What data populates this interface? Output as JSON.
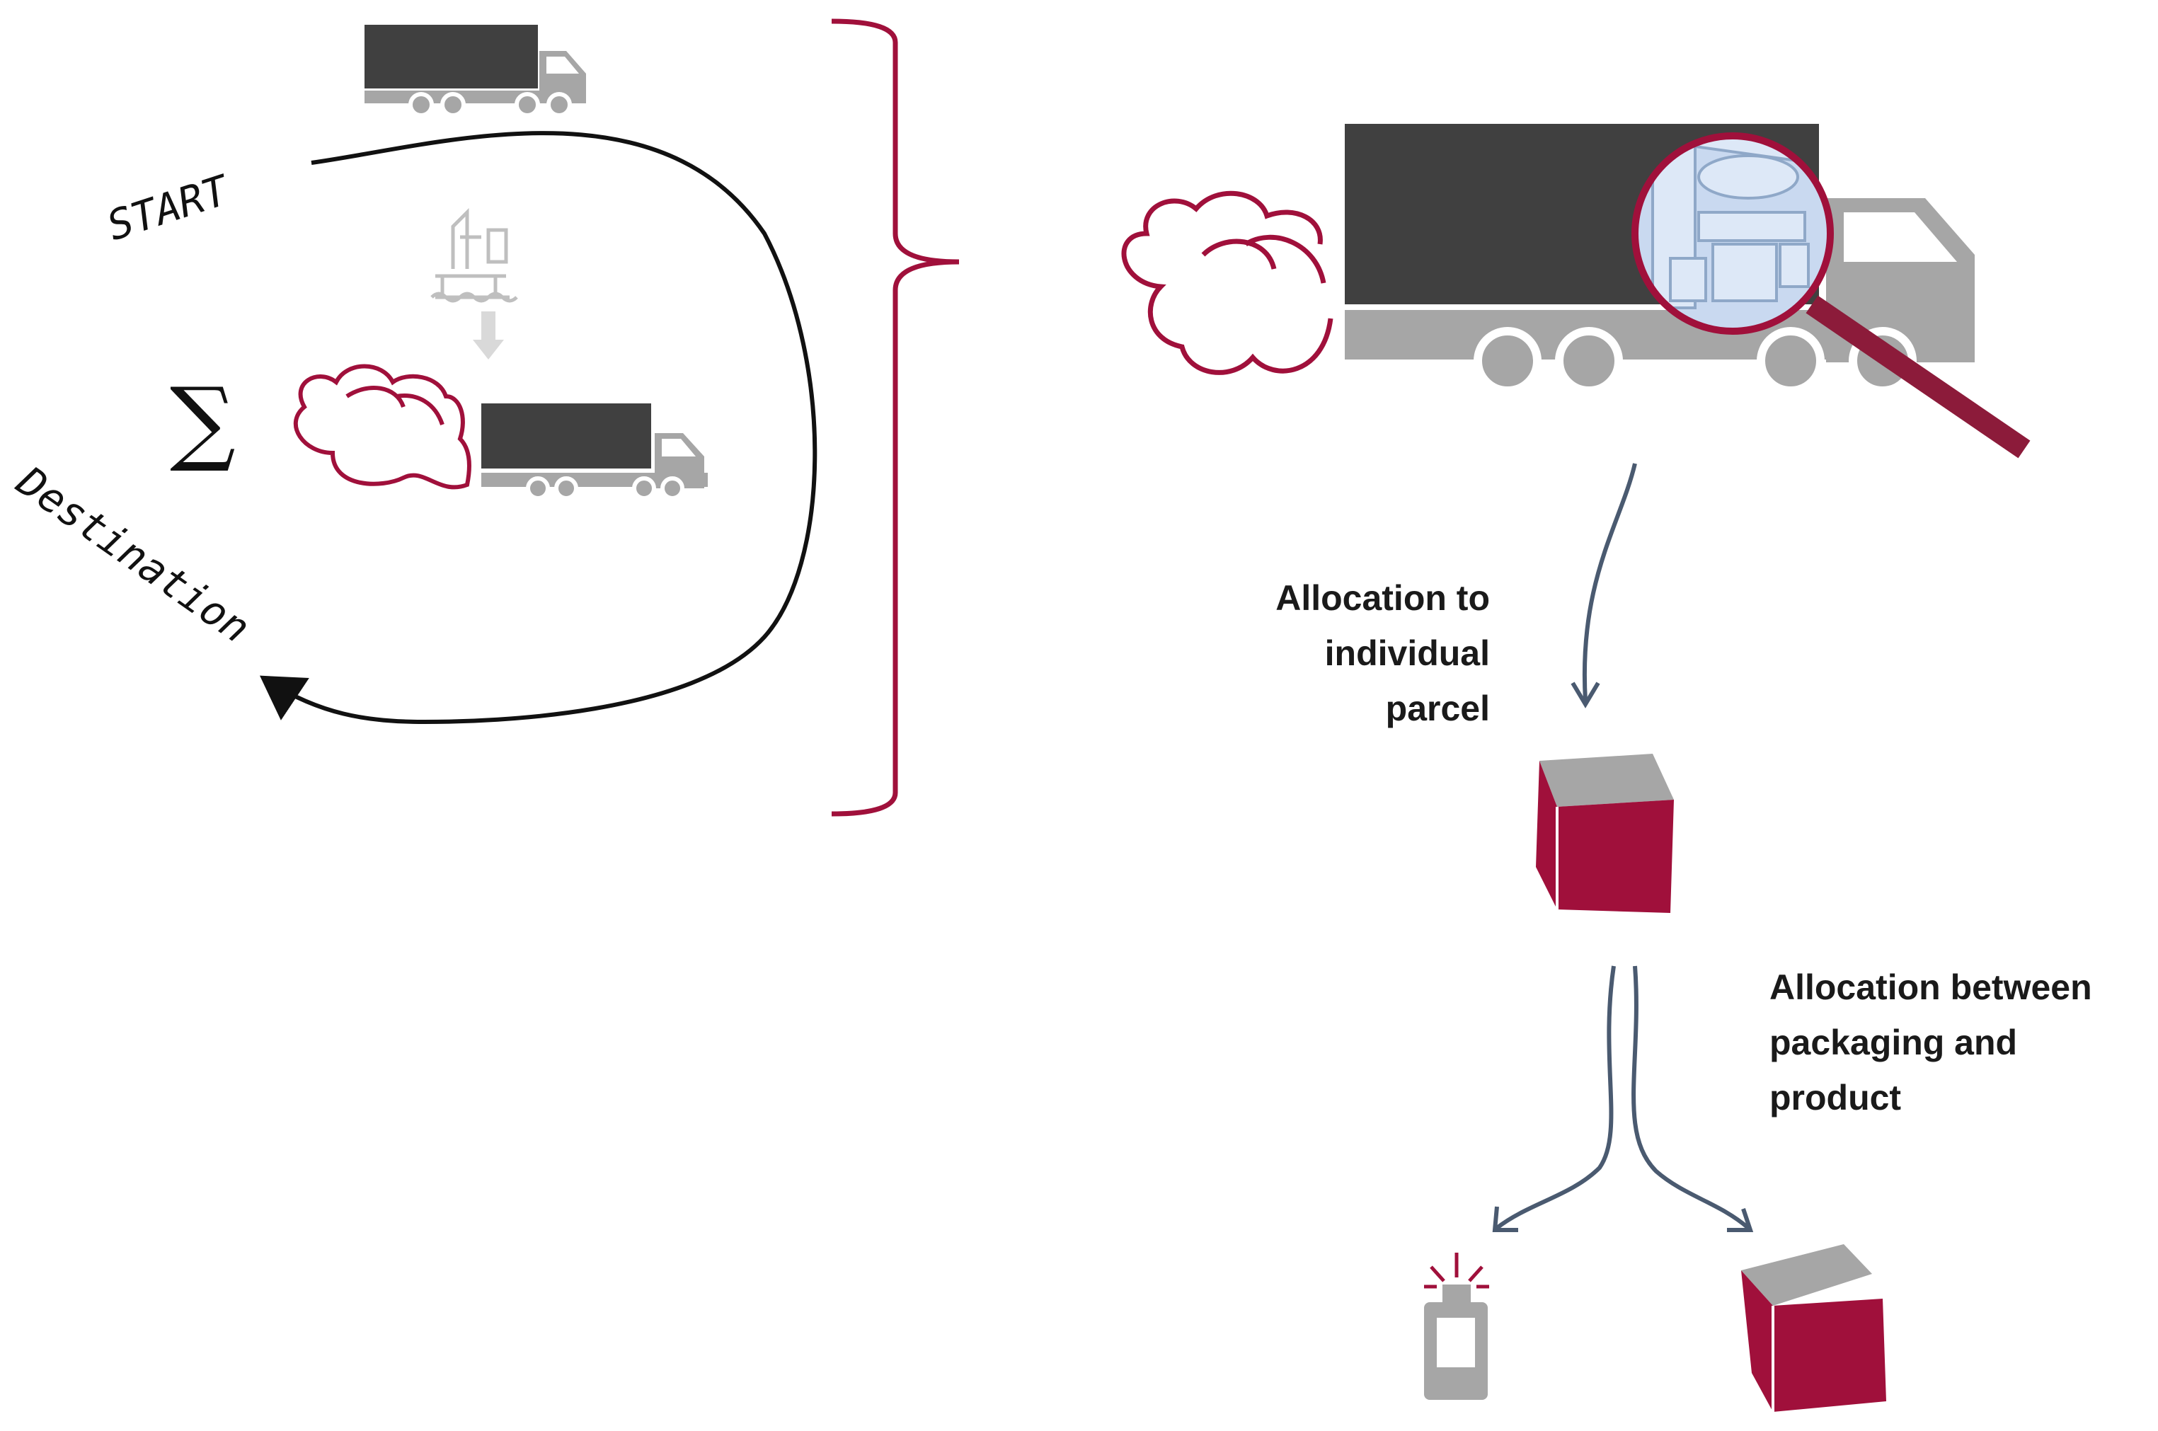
{
  "labels": {
    "start": "START",
    "destination": "Destination",
    "sum_symbol": "∑",
    "alloc_parcel": [
      "Allocation to",
      "individual",
      "parcel"
    ],
    "alloc_pack_product": [
      "Allocation between",
      "packaging and",
      "product"
    ]
  },
  "colors": {
    "accent": "#a0103b",
    "truck_box": "#404040",
    "truck_cab": "#a6a6a6",
    "route_line": "#111111",
    "arrow": "#4a5a70",
    "lens": "#c9d9f0",
    "faded": "#bfbfbf"
  },
  "icons": [
    "truck-icon",
    "oil-platform-icon",
    "emission-cloud-icon",
    "magnifier-icon",
    "parcel-icon",
    "phone-product-icon",
    "packaging-box-icon"
  ]
}
